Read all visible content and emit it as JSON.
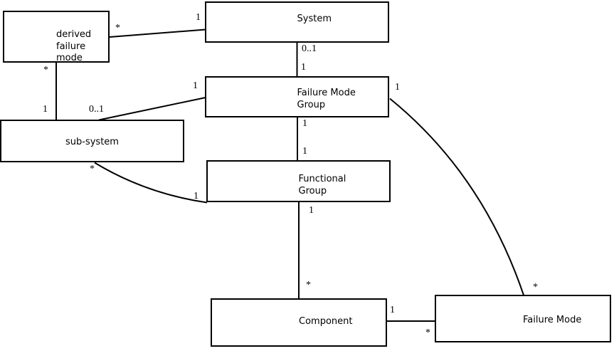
{
  "diagram": {
    "colors": {
      "line": "#000000",
      "text": "#000000",
      "background": "#ffffff"
    },
    "nodes": [
      {
        "id": "derived-failure-mode",
        "label": "derived\nfailure\nmode"
      },
      {
        "id": "system",
        "label": "System"
      },
      {
        "id": "failure-mode-group",
        "label": "Failure Mode\nGroup"
      },
      {
        "id": "sub-system",
        "label": "sub-system"
      },
      {
        "id": "functional-group",
        "label": "Functional\nGroup"
      },
      {
        "id": "component",
        "label": "Component"
      },
      {
        "id": "failure-mode",
        "label": "Failure Mode"
      }
    ],
    "edges": [
      {
        "from": "system",
        "to": "derived-failure-mode",
        "from_card": "1",
        "to_card": "*"
      },
      {
        "from": "system",
        "to": "failure-mode-group",
        "from_card": "0..1",
        "to_card": "1"
      },
      {
        "from": "derived-failure-mode",
        "to": "sub-system",
        "from_card": "*",
        "to_card": "1"
      },
      {
        "from": "failure-mode-group",
        "to": "sub-system",
        "from_card": "1",
        "to_card": "0..1"
      },
      {
        "from": "failure-mode-group",
        "to": "functional-group",
        "from_card": "1",
        "to_card": "1"
      },
      {
        "from": "sub-system",
        "to": "functional-group",
        "from_card": "*",
        "to_card": "1"
      },
      {
        "from": "functional-group",
        "to": "component",
        "from_card": "1",
        "to_card": "*"
      },
      {
        "from": "component",
        "to": "failure-mode",
        "from_card": "1",
        "to_card": "*"
      },
      {
        "from": "failure-mode-group",
        "to": "failure-mode",
        "from_card": "1",
        "to_card": "*"
      }
    ]
  }
}
